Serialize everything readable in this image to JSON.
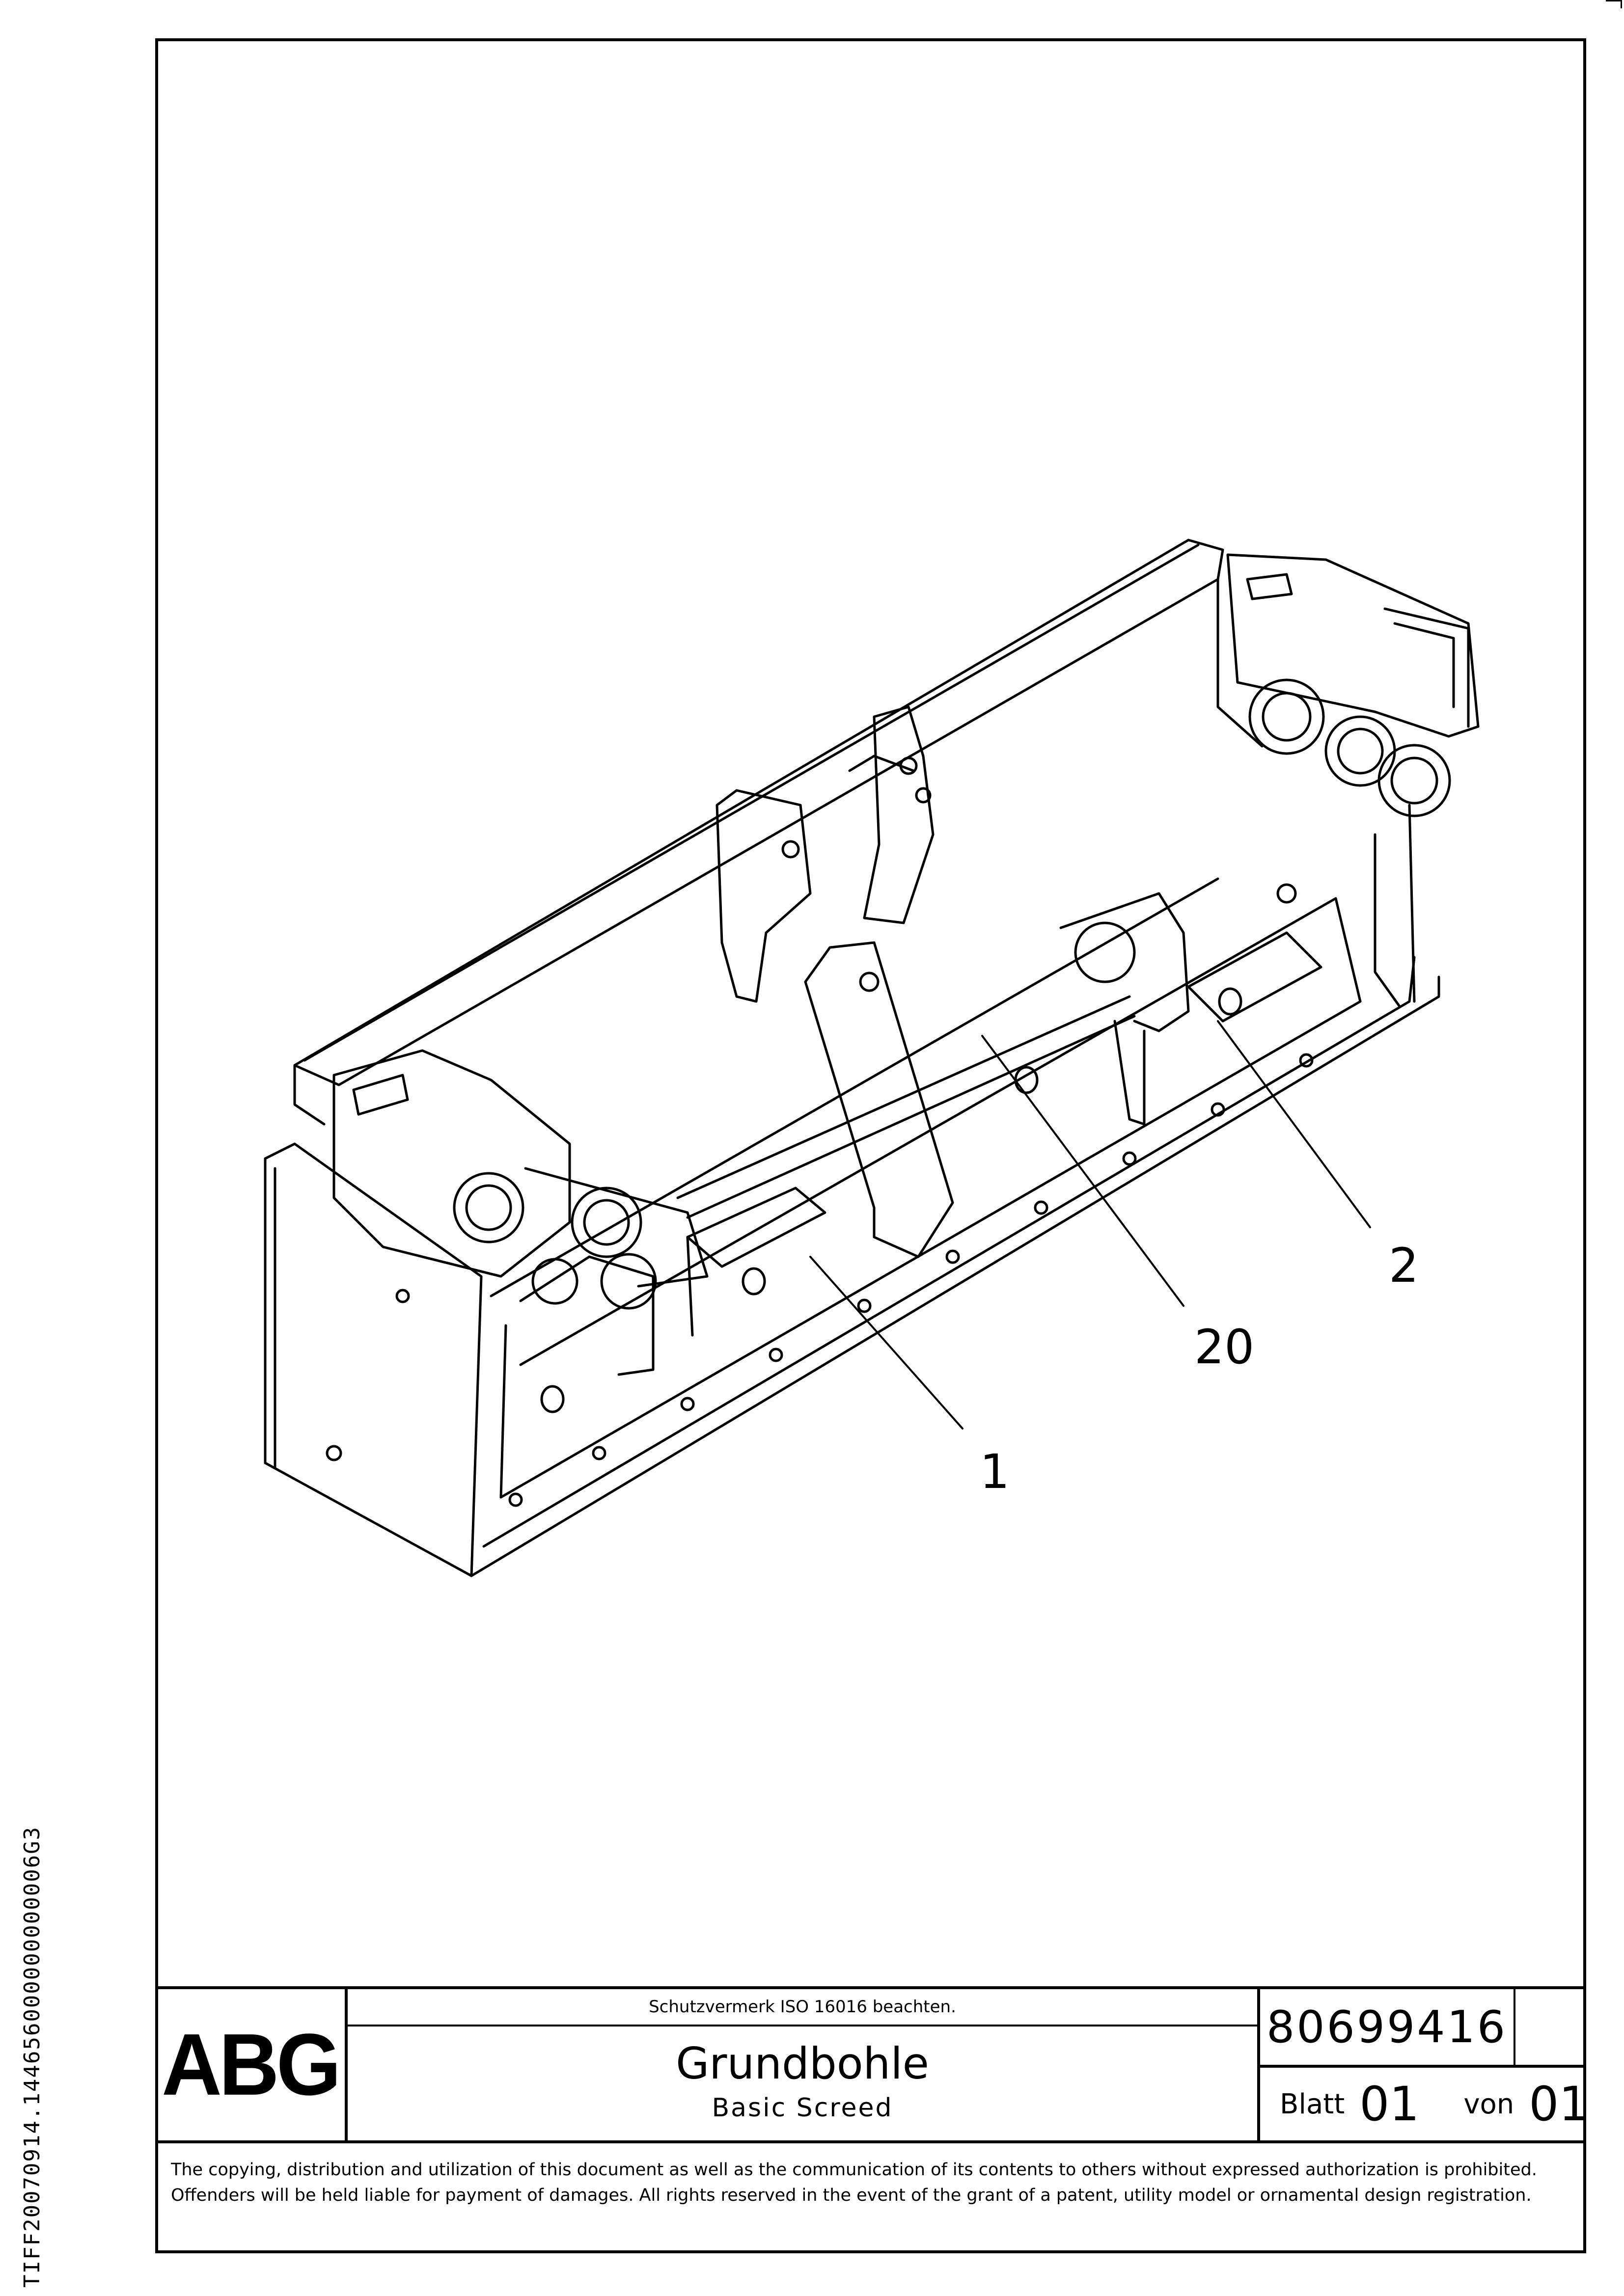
{
  "callouts": [
    {
      "id": "part-1",
      "text": "1"
    },
    {
      "id": "part-2",
      "text": "2"
    },
    {
      "id": "part-20",
      "text": "20"
    }
  ],
  "title_block": {
    "logo": "ABG",
    "protection_notice": "Schutzvermerk ISO 16016 beachten.",
    "title_de": "Grundbohle",
    "title_en": "Basic Screed",
    "document_number": "80699416",
    "sheet_label": "Blatt",
    "sheet_number": "01",
    "of_label": "von",
    "total_sheets": "01"
  },
  "copyright_text": "The copying, distribution and utilization of this document as well as the communication of its contents to others without expressed authorization is prohibited. Offenders will be held liable for payment of damages. All rights reserved in the event of the grant of a patent, utility model or ornamental design registration.",
  "side_code": "TIFF20070914.144656000000000006G3"
}
